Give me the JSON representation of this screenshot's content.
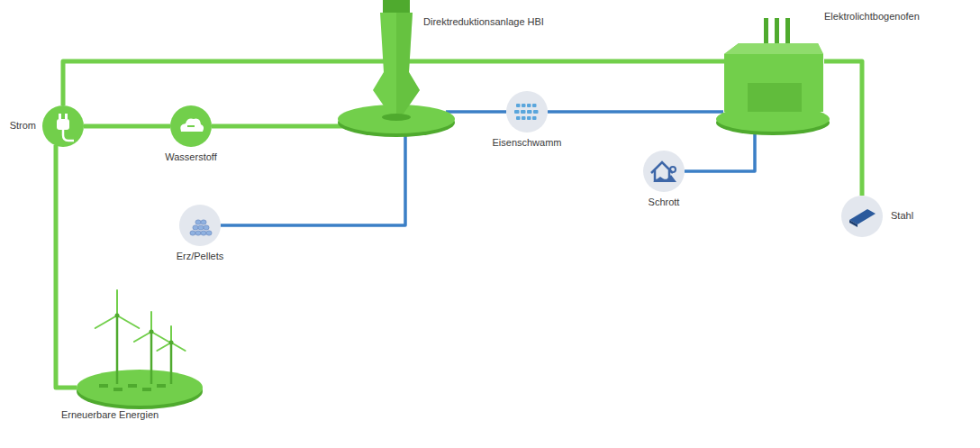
{
  "diagram": {
    "nodes": [
      {
        "text": [
          "Direktreduktionsanlage HBI"
        ]
      },
      {
        "text": [
          "Elektrolichtbogenofen"
        ]
      },
      {
        "text": [
          "Strom"
        ]
      },
      {
        "text": [
          "Wasserstoff"
        ]
      },
      {
        "text": [
          "Eisenschwamm"
        ]
      },
      {
        "text": [
          "Schrott"
        ]
      },
      {
        "text": [
          "Stahl"
        ]
      },
      {
        "text": [
          "Erz/Pellets"
        ]
      },
      {
        "text": [
          "Erneuerbare Energien"
        ]
      }
    ],
    "edges": [
      {
        "from": 2,
        "to": 3,
        "arrow": "none"
      },
      {
        "from": 3,
        "to": 0,
        "arrow": "none"
      },
      {
        "from": 2,
        "to": 1,
        "arrow": "none"
      },
      {
        "from": 2,
        "to": 8,
        "arrow": "none"
      },
      {
        "from": 1,
        "to": 6,
        "arrow": "none"
      },
      {
        "from": 7,
        "to": 0,
        "arrow": "none"
      },
      {
        "from": 0,
        "to": 4,
        "arrow": "none"
      },
      {
        "from": 4,
        "to": 1,
        "arrow": "none"
      },
      {
        "from": 5,
        "to": 1,
        "arrow": "none"
      }
    ]
  }
}
